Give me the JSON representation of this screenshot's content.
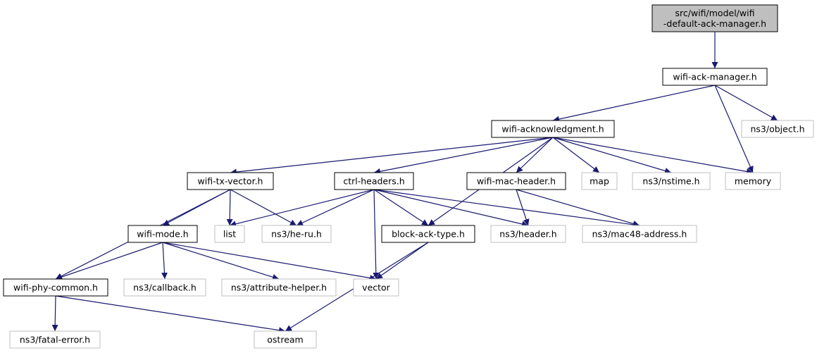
{
  "colors": {
    "edge": "#191970",
    "root_fill": "#bfbfbf",
    "root_stroke": "#000000",
    "local_stroke": "#000000",
    "external_stroke": "#bfbfbf",
    "text": "#000000"
  },
  "nodes": [
    {
      "id": "root",
      "lines": [
        "src/wifi/model/wifi",
        "-default-ack-manager.h"
      ],
      "kind": "root"
    },
    {
      "id": "ackmgr",
      "lines": [
        "wifi-ack-manager.h"
      ],
      "kind": "local"
    },
    {
      "id": "objecth",
      "lines": [
        "ns3/object.h"
      ],
      "kind": "external"
    },
    {
      "id": "ackn",
      "lines": [
        "wifi-acknowledgment.h"
      ],
      "kind": "local"
    },
    {
      "id": "memory",
      "lines": [
        "memory"
      ],
      "kind": "external"
    },
    {
      "id": "txvec",
      "lines": [
        "wifi-tx-vector.h"
      ],
      "kind": "local"
    },
    {
      "id": "ctrl",
      "lines": [
        "ctrl-headers.h"
      ],
      "kind": "local"
    },
    {
      "id": "machdr",
      "lines": [
        "wifi-mac-header.h"
      ],
      "kind": "local"
    },
    {
      "id": "map",
      "lines": [
        "map"
      ],
      "kind": "external"
    },
    {
      "id": "nstime",
      "lines": [
        "ns3/nstime.h"
      ],
      "kind": "external"
    },
    {
      "id": "mode",
      "lines": [
        "wifi-mode.h"
      ],
      "kind": "local"
    },
    {
      "id": "list",
      "lines": [
        "list"
      ],
      "kind": "external"
    },
    {
      "id": "heru",
      "lines": [
        "ns3/he-ru.h"
      ],
      "kind": "external"
    },
    {
      "id": "bat",
      "lines": [
        "block-ack-type.h"
      ],
      "kind": "local"
    },
    {
      "id": "header",
      "lines": [
        "ns3/header.h"
      ],
      "kind": "external"
    },
    {
      "id": "mac48",
      "lines": [
        "ns3/mac48-address.h"
      ],
      "kind": "external"
    },
    {
      "id": "phyc",
      "lines": [
        "wifi-phy-common.h"
      ],
      "kind": "local"
    },
    {
      "id": "callback",
      "lines": [
        "ns3/callback.h"
      ],
      "kind": "external"
    },
    {
      "id": "attr",
      "lines": [
        "ns3/attribute-helper.h"
      ],
      "kind": "external"
    },
    {
      "id": "vector",
      "lines": [
        "vector"
      ],
      "kind": "external"
    },
    {
      "id": "fatal",
      "lines": [
        "ns3/fatal-error.h"
      ],
      "kind": "external"
    },
    {
      "id": "ostream",
      "lines": [
        "ostream"
      ],
      "kind": "external"
    }
  ],
  "edges": [
    {
      "from": "root",
      "to": "ackmgr"
    },
    {
      "from": "ackmgr",
      "to": "ackn"
    },
    {
      "from": "ackmgr",
      "to": "memory"
    },
    {
      "from": "ackmgr",
      "to": "objecth"
    },
    {
      "from": "ackn",
      "to": "txvec"
    },
    {
      "from": "ackn",
      "to": "ctrl"
    },
    {
      "from": "ackn",
      "to": "bat"
    },
    {
      "from": "ackn",
      "to": "machdr"
    },
    {
      "from": "ackn",
      "to": "map"
    },
    {
      "from": "ackn",
      "to": "nstime"
    },
    {
      "from": "ackn",
      "to": "memory"
    },
    {
      "from": "txvec",
      "to": "mode"
    },
    {
      "from": "txvec",
      "to": "phyc"
    },
    {
      "from": "txvec",
      "to": "list"
    },
    {
      "from": "txvec",
      "to": "heru"
    },
    {
      "from": "ctrl",
      "to": "list"
    },
    {
      "from": "ctrl",
      "to": "heru"
    },
    {
      "from": "ctrl",
      "to": "vector"
    },
    {
      "from": "ctrl",
      "to": "bat"
    },
    {
      "from": "ctrl",
      "to": "header"
    },
    {
      "from": "ctrl",
      "to": "mac48"
    },
    {
      "from": "machdr",
      "to": "header"
    },
    {
      "from": "machdr",
      "to": "mac48"
    },
    {
      "from": "mode",
      "to": "phyc"
    },
    {
      "from": "mode",
      "to": "callback"
    },
    {
      "from": "mode",
      "to": "attr"
    },
    {
      "from": "mode",
      "to": "vector"
    },
    {
      "from": "bat",
      "to": "vector"
    },
    {
      "from": "bat",
      "to": "ostream"
    },
    {
      "from": "phyc",
      "to": "fatal"
    },
    {
      "from": "phyc",
      "to": "ostream"
    }
  ]
}
